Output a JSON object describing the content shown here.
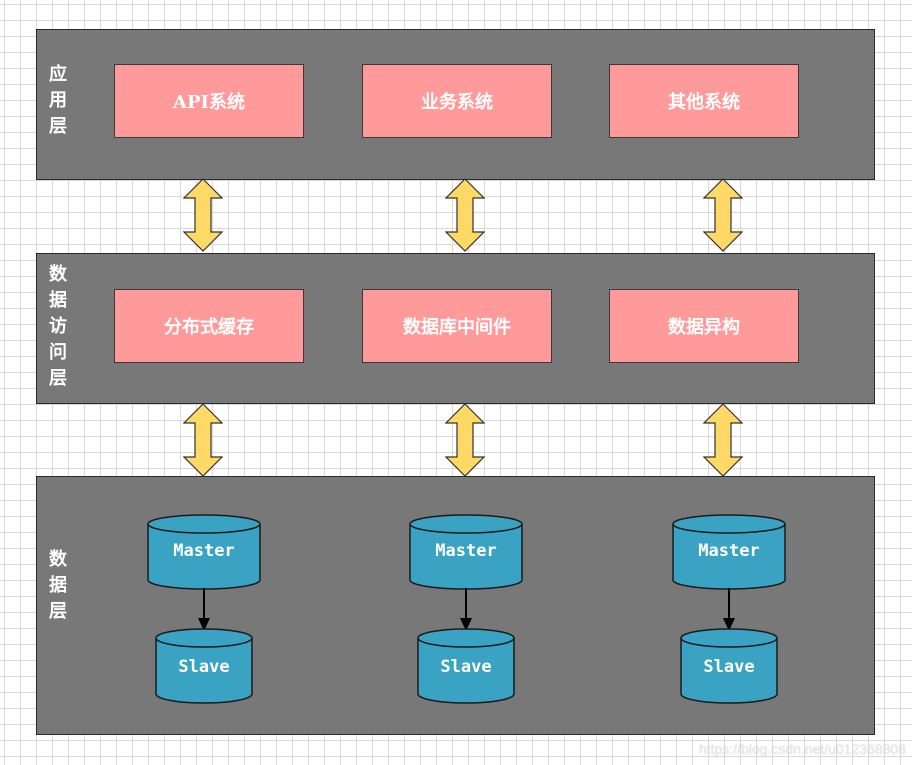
{
  "layers": [
    {
      "label": "应\n用\n层",
      "boxes": [
        "API系统",
        "业务系统",
        "其他系统"
      ]
    },
    {
      "label": "数\n据\n访\n问\n层",
      "boxes": [
        "分布式缓存",
        "数据库中间件",
        "数据异构"
      ]
    },
    {
      "label": "数\n据\n层",
      "databases": [
        {
          "master": "Master",
          "slave": "Slave"
        },
        {
          "master": "Master",
          "slave": "Slave"
        },
        {
          "master": "Master",
          "slave": "Slave"
        }
      ]
    }
  ],
  "colors": {
    "layer_bg": "#787878",
    "box_fill": "#ff9a9a",
    "arrow_fill": "#ffd966",
    "db_fill": "#3aa3c4"
  },
  "watermark": "https://blog.csdn.net/u012368808"
}
